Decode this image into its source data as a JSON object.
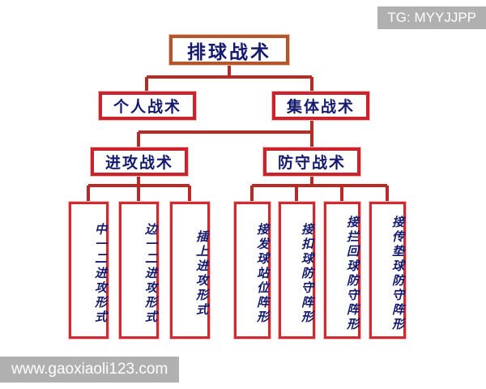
{
  "diagram": {
    "title": "排球战术",
    "type": "hierarchy-tree",
    "colors": {
      "root_border": "#b4552c",
      "branch_border": "#c9242b",
      "leaf_border": "#cf2a2f",
      "text": "#141a6e",
      "connector": "#b72a25",
      "background": "#ffffff",
      "watermark_background": "#b0b0b0",
      "watermark_text": "#ffffff"
    },
    "root": {
      "label": "排球战术"
    },
    "level2": [
      {
        "label": "个人战术"
      },
      {
        "label": "集体战术"
      }
    ],
    "level3": [
      {
        "label": "进攻战术"
      },
      {
        "label": "防守战术"
      }
    ],
    "attack_leaves": [
      {
        "label": "中一二进攻形式"
      },
      {
        "label": "边一二进攻形式"
      },
      {
        "label": "插上进攻形式"
      }
    ],
    "defense_leaves": [
      {
        "label": "接发球站位阵形"
      },
      {
        "label": "接扣球防守阵形"
      },
      {
        "label": "接拦回球防守阵形"
      },
      {
        "label": "接传垫球防守阵形"
      }
    ]
  },
  "watermarks": {
    "top_right": "TG: MYYJJPP",
    "bottom_left": "www.gaoxiaoli123.com"
  }
}
